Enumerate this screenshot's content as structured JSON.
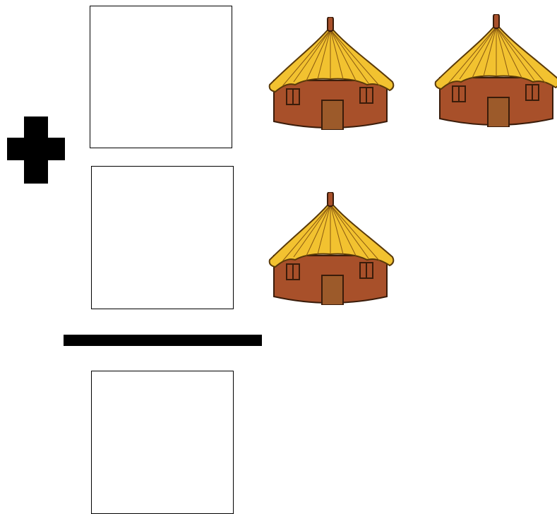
{
  "worksheet": {
    "operator_symbol": "plus",
    "result_symbol": "equals-bar",
    "answer_boxes": [
      {
        "role": "first-addend",
        "value": ""
      },
      {
        "role": "second-addend",
        "value": ""
      },
      {
        "role": "sum",
        "value": ""
      }
    ],
    "groups": [
      {
        "row": "first-addend",
        "picture": "hut-icon",
        "count": 2
      },
      {
        "row": "second-addend",
        "picture": "hut-icon",
        "count": 1
      }
    ]
  },
  "colors": {
    "ink": "#000000",
    "thatch": "#F2C230",
    "thatch_outline": "#5A3A0A",
    "wall": "#A8502A",
    "door": "#9C5A2A",
    "background": "#FFFFFF"
  }
}
